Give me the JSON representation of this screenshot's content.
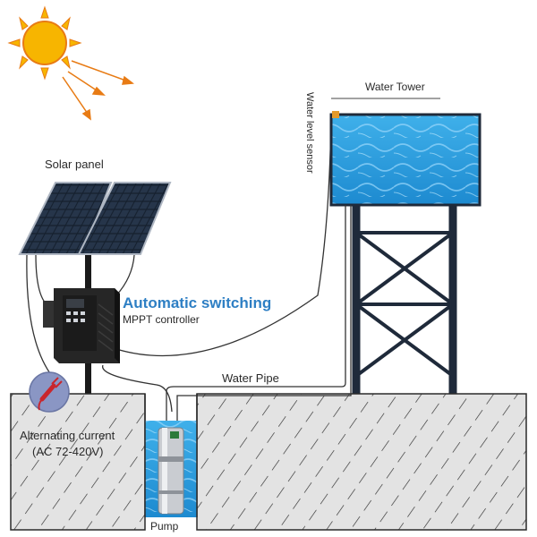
{
  "labels": {
    "solar_panel": "Solar panel",
    "automatic_switching": "Automatic switching",
    "mppt_controller": "MPPT controller",
    "water_tower": "Water Tower",
    "water_level_sensor": "Water  level sensor",
    "water_pipe": "Water Pipe",
    "alternating_current": "Alternating current",
    "ac_range": "(AC 72-420V)",
    "pump": "Pump"
  },
  "colors": {
    "sun": "#f7b500",
    "sun_rays": "#e87b14",
    "water": "#3aa6e6",
    "ground_fill": "#e3e3e3",
    "ground_hatch": "#2b2b2b",
    "tower_frame": "#1f2a3a",
    "controller": "#202020",
    "accent_blue": "#2e7fc4",
    "plug_icon": "#c9262c",
    "plug_bg": "#8a96c4",
    "sensor": "#e39a2b"
  },
  "icons": {
    "sun": "sun-icon",
    "plug": "ac-plug-icon",
    "solar": "solar-panel-icon",
    "controller": "mppt-controller-icon",
    "pump": "submersible-pump-icon"
  }
}
